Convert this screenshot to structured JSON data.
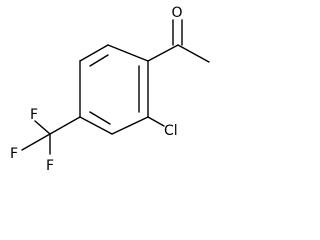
{
  "molecule": {
    "atom_labels": {
      "oxygen": "O",
      "chlorine": "Cl",
      "fluorine_top": "F",
      "fluorine_left": "F",
      "fluorine_bottom": "F"
    },
    "bond_color": "#000000",
    "background": "#ffffff"
  }
}
